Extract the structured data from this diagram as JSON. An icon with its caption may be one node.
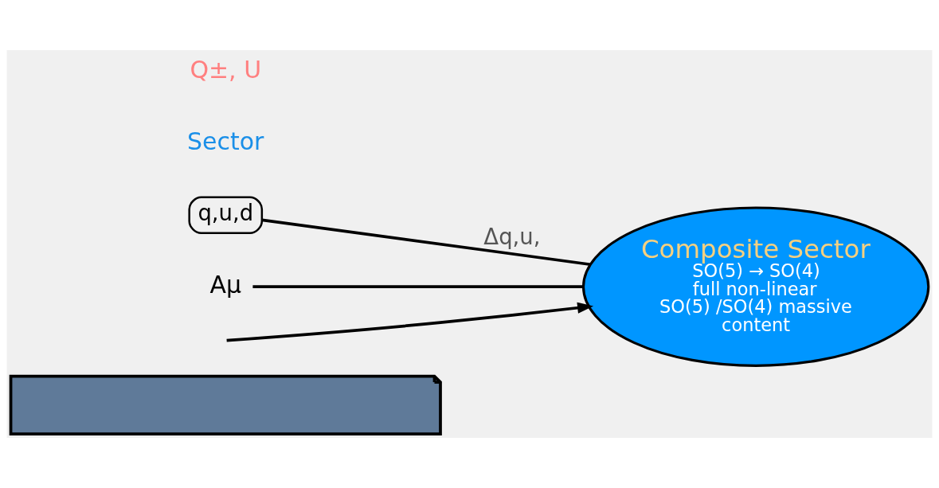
{
  "diagram": {
    "nodes": [
      {
        "text": [],
        "shape": "callout"
      },
      {
        "text": [
          "q,u,d"
        ]
      },
      {
        "text": [
          "Aμ"
        ]
      },
      {
        "text": [
          "Composite Sector",
          "SO(5) → SO(4) full non-linear SO(5) /SO(4) massive content"
        ]
      }
    ],
    "edges": [
      {
        "from": 1,
        "to": 3,
        "arrow": "none",
        "label": "Δq,u,"
      },
      {
        "from": 2,
        "to": 3,
        "arrow": "none"
      },
      {
        "from": null,
        "to": 3,
        "arrow": "to"
      }
    ],
    "labels": [
      "Sector",
      "Q±, U"
    ]
  }
}
